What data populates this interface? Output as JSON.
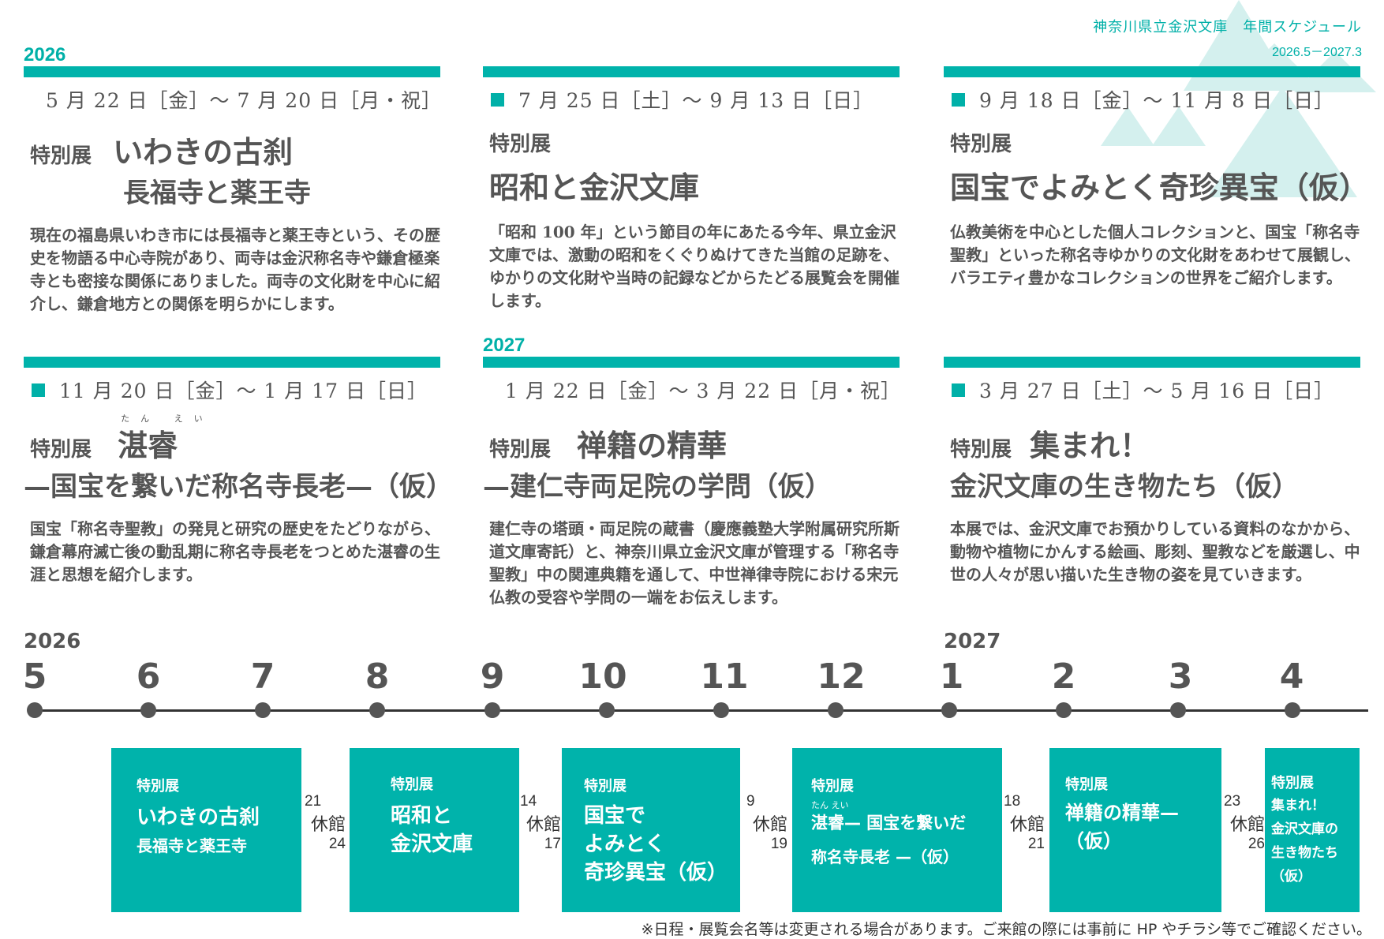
{
  "header": {
    "title": "神奈川県立金沢文庫　年間スケジュール",
    "range": "2026.5－2027.3",
    "accent_color": "#00b0a8"
  },
  "year_labels": {
    "first": "2026",
    "second": "2027"
  },
  "exhibitions": [
    {
      "date": "5 月 22 日［金］～ 7 月 20 日［月・祝］",
      "kind": "特別展",
      "title": "いわきの古刹",
      "subtitle": "長福寺と薬王寺",
      "description": "現在の福島県いわき市には長福寺と薬王寺という、その歴史を物語る中心寺院があり、両寺は金沢称名寺や鎌倉極楽寺とも密接な関係にありました。両寺の文化財を中心に紹介し、鎌倉地方との関係を明らかにします。"
    },
    {
      "date": "7 月 25 日［土］～ 9 月 13 日［日］",
      "kind": "特別展",
      "title": "昭和と金沢文庫",
      "subtitle": "",
      "description": "「昭和 100 年」という節目の年にあたる今年、県立金沢文庫では、激動の昭和をくぐりぬけてきた当館の足跡を、ゆかりの文化財や当時の記録などからたどる展覧会を開催します。"
    },
    {
      "date": "9 月 18 日［金］～ 11 月 8 日［日］",
      "kind": "特別展",
      "title": "国宝でよみとく奇珍異宝（仮）",
      "subtitle": "",
      "description": "仏教美術を中心とした個人コレクションと、国宝「称名寺聖教」といった称名寺ゆかりの文化財をあわせて展観し、バラエティ豊かなコレクションの世界をご紹介します。"
    },
    {
      "date": "11 月 20 日［金］～ 1 月 17 日［日］",
      "kind": "特別展",
      "title": "湛睿",
      "ruby": "たん えい",
      "subtitle": "—国宝を繋いだ称名寺長老—（仮）",
      "description": "国宝「称名寺聖教」の発見と研究の歴史をたどりながら、鎌倉幕府滅亡後の動乱期に称名寺長老をつとめた湛睿の生涯と思想を紹介します。"
    },
    {
      "date": "1 月 22 日［金］～ 3 月 22 日［月・祝］",
      "kind": "特別展",
      "title": "禅籍の精華",
      "subtitle": "—建仁寺両足院の学問（仮）",
      "description": "建仁寺の塔頭・両足院の蔵書（慶應義塾大学附属研究所斯道文庫寄託）と、神奈川県立金沢文庫が管理する「称名寺聖教」中の関連典籍を通して、中世禅律寺院における宋元仏教の受容や学問の一端をお伝えします。"
    },
    {
      "date": "3 月 27 日［土］～ 5 月 16 日［日］",
      "kind": "特別展",
      "title": "集まれ！",
      "subtitle": "金沢文庫の生き物たち（仮）",
      "description": "本展では、金沢文庫でお預かりしている資料のなかから、動物や植物にかんする絵画、彫刻、聖教などを厳選し、中世の人々が思い描いた生き物の姿を見ていきます。"
    }
  ],
  "timeline": {
    "year_start": "2026",
    "year_mid": "2027",
    "months": [
      "5",
      "6",
      "7",
      "8",
      "9",
      "10",
      "11",
      "12",
      "1",
      "2",
      "3",
      "4"
    ],
    "boxes": [
      {
        "kind": "特別展",
        "line1": "いわきの古刹",
        "line2": "長福寺と薬王寺"
      },
      {
        "kind": "特別展",
        "line1": "昭和と",
        "line2": "金沢文庫"
      },
      {
        "kind": "特別展",
        "line1": "国宝で",
        "line2": "よみとく",
        "line3": "奇珍異宝（仮）"
      },
      {
        "kind": "特別展",
        "ruby": "たん えい",
        "line1": "湛睿— 国宝を繋いだ",
        "line2": "称名寺長老 —（仮）"
      },
      {
        "kind": "特別展",
        "line1": "禅籍の精華—",
        "line2": "（仮）"
      },
      {
        "kind": "特別展",
        "line1": "集まれ！",
        "line2": "金沢文庫の",
        "line3": "生き物たち",
        "line4": "（仮）"
      }
    ],
    "closures": [
      {
        "from": "21",
        "label": "休館",
        "to": "24"
      },
      {
        "from": "14",
        "label": "休館",
        "to": "17"
      },
      {
        "from": "9",
        "label": "休館",
        "to": "19"
      },
      {
        "from": "18",
        "label": "休館",
        "to": "21"
      },
      {
        "from": "23",
        "label": "休館",
        "to": "26"
      }
    ]
  },
  "footer_note": "※日程・展覧会名等は変更される場合があります。ご来館の際には事前に HP やチラシ等でご確認ください。"
}
